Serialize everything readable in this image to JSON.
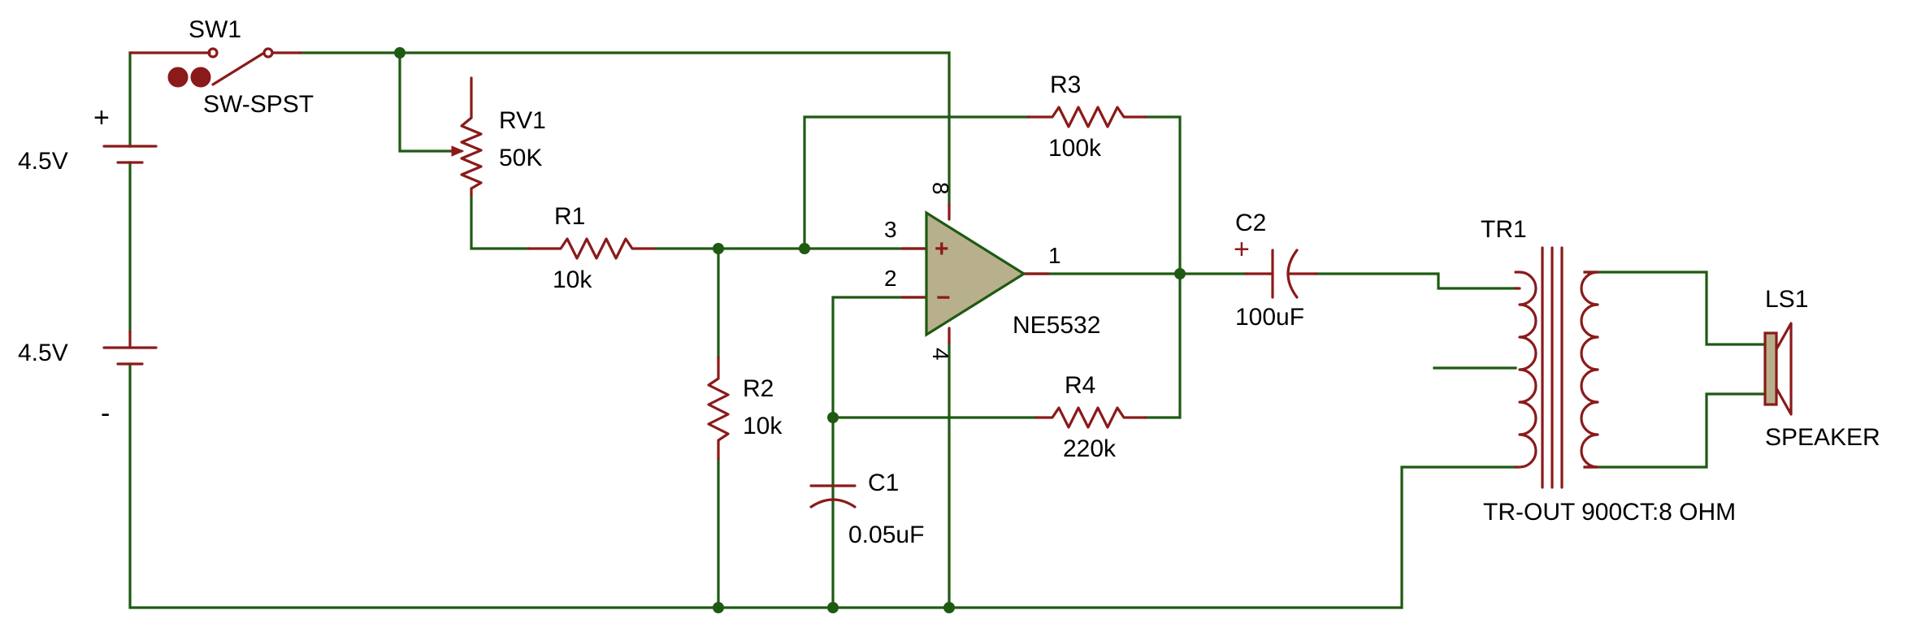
{
  "components": {
    "sw1": {
      "ref": "SW1",
      "value": "SW-SPST"
    },
    "battery_top": {
      "value": "4.5V",
      "plus": "+"
    },
    "battery_bottom": {
      "value": "4.5V",
      "minus": "-"
    },
    "rv1": {
      "ref": "RV1",
      "value": "50K"
    },
    "r1": {
      "ref": "R1",
      "value": "10k"
    },
    "r2": {
      "ref": "R2",
      "value": "10k"
    },
    "r3": {
      "ref": "R3",
      "value": "100k"
    },
    "r4": {
      "ref": "R4",
      "value": "220k"
    },
    "c1": {
      "ref": "C1",
      "value": "0.05uF"
    },
    "c2": {
      "ref": "C2",
      "value": "100uF",
      "plus": "+"
    },
    "u1": {
      "value": "NE5532",
      "pins": {
        "p1": "1",
        "p2": "2",
        "p3": "3",
        "p4": "4",
        "p8": "8"
      },
      "plus": "+",
      "minus": "−"
    },
    "tr1": {
      "ref": "TR1",
      "value": "TR-OUT 900CT:8 OHM"
    },
    "ls1": {
      "ref": "LS1",
      "value": "SPEAKER"
    }
  },
  "colors": {
    "wire": "#1e5a12",
    "component": "#8b1a1a",
    "opamp_fill": "#b8b08c",
    "text": "#000000"
  }
}
